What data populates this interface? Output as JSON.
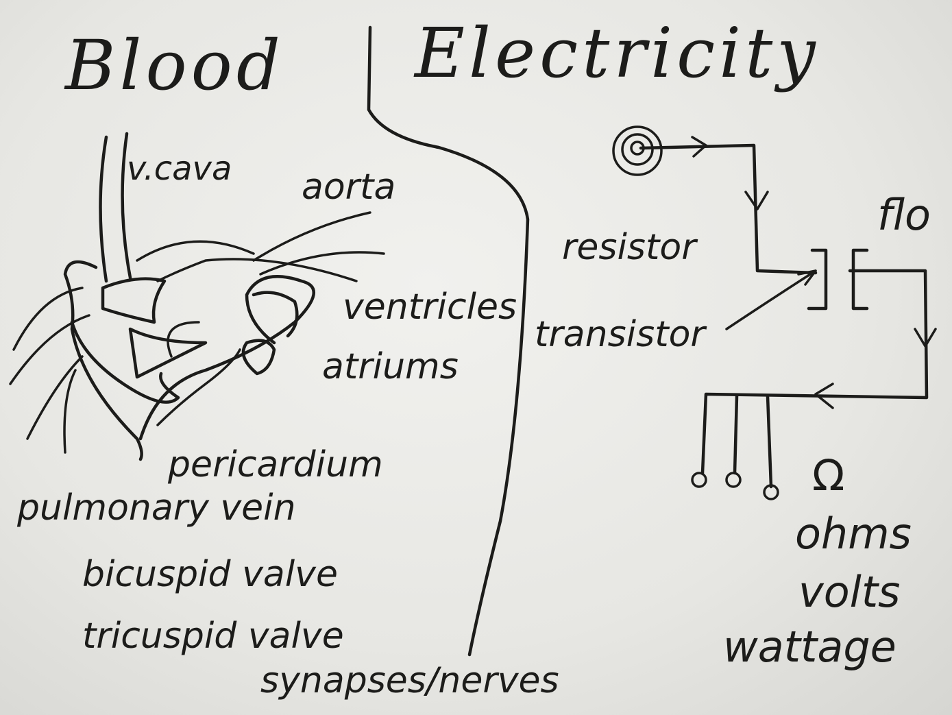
{
  "titles": {
    "left": "Blood",
    "right": "Electricity"
  },
  "blood_labels": {
    "vena_cava": "v.cava",
    "aorta": "aorta",
    "ventricles": "ventricles",
    "atriums": "atriums",
    "pericardium": "pericardium",
    "pulmonary_vein": "pulmonary vein",
    "bicuspid": "bicuspid valve",
    "tricuspid": "tricuspid valve"
  },
  "bottom_label": "synapses/nerves",
  "electricity_labels": {
    "resistor": "resistor",
    "transistor": "transistor",
    "flow": "flo",
    "ohm_symbol": "Ω",
    "ohms": "ohms",
    "volts": "volts",
    "wattage": "wattage"
  }
}
